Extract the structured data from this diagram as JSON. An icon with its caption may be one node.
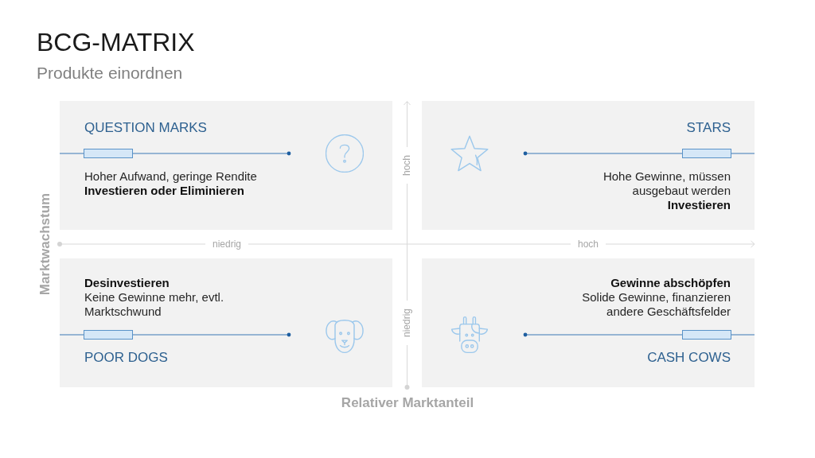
{
  "diagram": {
    "title": "BCG-MATRIX",
    "nodes": [
      {
        "text": [
          "QUESTION MARKS",
          "Hoher Aufwand, geringe Rendite",
          "Investieren oder Eliminieren"
        ]
      },
      {
        "text": [
          "STARS",
          "Hohe Gewinne, müssen ausgebaut werden",
          "Investieren"
        ]
      },
      {
        "text": [
          "Desinvestieren",
          "Keine Gewinne mehr, evtl. Marktschwund",
          "POOR DOGS"
        ]
      },
      {
        "text": [
          "Gewinne abschöpfen",
          "Solide Gewinne, finanzieren andere Geschäftsfelder",
          "CASH COWS"
        ]
      }
    ],
    "labels": [
      "Produkte einordnen",
      "hoch",
      "Marktwachstum",
      "niedrig",
      "hoch",
      "niedrig",
      "Relativer Marktanteil"
    ]
  }
}
